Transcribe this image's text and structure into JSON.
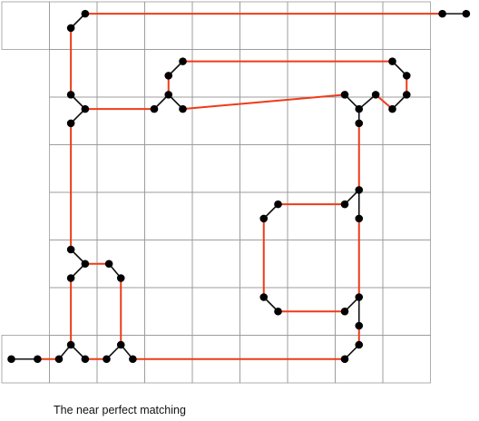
{
  "caption": "The near perfect matching",
  "colors": {
    "grid": "#999999",
    "matching": "#ee3b1a",
    "edges": "#111111",
    "nodes": "#000000",
    "background": "#ffffff"
  },
  "grid": {
    "cells": [
      [
        0,
        0
      ],
      [
        1,
        0
      ],
      [
        2,
        0
      ],
      [
        3,
        0
      ],
      [
        4,
        0
      ],
      [
        5,
        0
      ],
      [
        6,
        0
      ],
      [
        7,
        0
      ],
      [
        8,
        0
      ],
      [
        1,
        1
      ],
      [
        2,
        1
      ],
      [
        3,
        1
      ],
      [
        4,
        1
      ],
      [
        5,
        1
      ],
      [
        6,
        1
      ],
      [
        7,
        1
      ],
      [
        8,
        1
      ],
      [
        1,
        2
      ],
      [
        2,
        2
      ],
      [
        3,
        2
      ],
      [
        4,
        2
      ],
      [
        5,
        2
      ],
      [
        6,
        2
      ],
      [
        7,
        2
      ],
      [
        8,
        2
      ],
      [
        1,
        3
      ],
      [
        2,
        3
      ],
      [
        3,
        3
      ],
      [
        4,
        3
      ],
      [
        5,
        3
      ],
      [
        6,
        3
      ],
      [
        7,
        3
      ],
      [
        8,
        3
      ],
      [
        1,
        4
      ],
      [
        2,
        4
      ],
      [
        3,
        4
      ],
      [
        4,
        4
      ],
      [
        5,
        4
      ],
      [
        6,
        4
      ],
      [
        7,
        4
      ],
      [
        8,
        4
      ],
      [
        1,
        5
      ],
      [
        2,
        5
      ],
      [
        3,
        5
      ],
      [
        4,
        5
      ],
      [
        5,
        5
      ],
      [
        6,
        5
      ],
      [
        7,
        5
      ],
      [
        8,
        5
      ],
      [
        1,
        6
      ],
      [
        2,
        6
      ],
      [
        3,
        6
      ],
      [
        4,
        6
      ],
      [
        5,
        6
      ],
      [
        6,
        6
      ],
      [
        7,
        6
      ],
      [
        8,
        6
      ],
      [
        0,
        7
      ],
      [
        1,
        7
      ],
      [
        2,
        7
      ],
      [
        3,
        7
      ],
      [
        4,
        7
      ],
      [
        5,
        7
      ],
      [
        6,
        7
      ],
      [
        7,
        7
      ],
      [
        8,
        7
      ]
    ]
  },
  "nodes": {
    "tl_a": [
      1.75,
      0.25
    ],
    "tl_b": [
      1.45,
      0.55
    ],
    "tr_a": [
      9.25,
      0.25
    ],
    "tr_b": [
      9.75,
      0.25
    ],
    "r2_a": [
      1.45,
      1.95
    ],
    "r2_b": [
      1.75,
      2.25
    ],
    "r2_c": [
      1.45,
      2.55
    ],
    "r2_d": [
      3.2,
      2.25
    ],
    "r2_e": [
      3.5,
      1.95
    ],
    "r2_f": [
      3.8,
      2.25
    ],
    "r2_g": [
      3.5,
      1.55
    ],
    "r2_h": [
      3.8,
      1.25
    ],
    "r2_i": [
      8.2,
      1.25
    ],
    "r2_j": [
      8.5,
      1.55
    ],
    "r2_k": [
      8.5,
      1.95
    ],
    "r2_l": [
      8.2,
      2.25
    ],
    "r2_m": [
      7.85,
      1.95
    ],
    "r2_n": [
      7.5,
      2.25
    ],
    "r2_o": [
      7.2,
      1.95
    ],
    "r2_p": [
      7.5,
      2.55
    ],
    "o_a": [
      7.5,
      3.95
    ],
    "o_b": [
      7.2,
      4.25
    ],
    "o_c": [
      5.8,
      4.25
    ],
    "o_d": [
      5.5,
      4.55
    ],
    "o_e": [
      7.5,
      4.55
    ],
    "o_f": [
      5.5,
      6.2
    ],
    "o_g": [
      5.8,
      6.5
    ],
    "o_h": [
      7.5,
      6.2
    ],
    "o_i": [
      7.2,
      6.5
    ],
    "o_j": [
      7.5,
      6.8
    ],
    "b_a": [
      1.45,
      5.2
    ],
    "b_b": [
      1.75,
      5.5
    ],
    "b_c": [
      2.25,
      5.5
    ],
    "b_d": [
      2.5,
      5.8
    ],
    "b_e": [
      1.45,
      5.8
    ],
    "bl_a": [
      0.2,
      7.5
    ],
    "bl_b": [
      0.75,
      7.5
    ],
    "bl_c": [
      1.2,
      7.5
    ],
    "bl_d": [
      1.45,
      7.2
    ],
    "bl_e": [
      1.75,
      7.5
    ],
    "bl_f": [
      2.2,
      7.5
    ],
    "bl_g": [
      2.5,
      7.2
    ],
    "bl_h": [
      2.75,
      7.5
    ],
    "br_a": [
      7.2,
      7.5
    ],
    "br_b": [
      7.5,
      7.2
    ]
  },
  "matching_edges": [
    [
      "tl_a",
      "tr_a"
    ],
    [
      "tl_b",
      "r2_a"
    ],
    [
      "r2_b",
      "r2_d"
    ],
    [
      "r2_c",
      "b_a"
    ],
    [
      "r2_e",
      "r2_g"
    ],
    [
      "r2_f",
      "r2_o"
    ],
    [
      "r2_h",
      "r2_i"
    ],
    [
      "r2_j",
      "r2_k"
    ],
    [
      "r2_l",
      "r2_m"
    ],
    [
      "r2_p",
      "o_a"
    ],
    [
      "o_b",
      "o_c"
    ],
    [
      "o_d",
      "o_f"
    ],
    [
      "o_e",
      "o_h"
    ],
    [
      "o_g",
      "o_i"
    ],
    [
      "o_j",
      "br_b"
    ],
    [
      "b_b",
      "b_c"
    ],
    [
      "b_d",
      "bl_g"
    ],
    [
      "b_e",
      "bl_d"
    ],
    [
      "bl_b",
      "bl_c"
    ],
    [
      "bl_e",
      "bl_f"
    ],
    [
      "bl_h",
      "br_a"
    ]
  ],
  "black_edges": [
    [
      "tr_a",
      "tr_b"
    ],
    [
      "tl_a",
      "tl_b"
    ],
    [
      "r2_a",
      "r2_b"
    ],
    [
      "r2_b",
      "r2_c"
    ],
    [
      "r2_d",
      "r2_e"
    ],
    [
      "r2_e",
      "r2_f"
    ],
    [
      "r2_g",
      "r2_h"
    ],
    [
      "r2_i",
      "r2_j"
    ],
    [
      "r2_k",
      "r2_l"
    ],
    [
      "r2_o",
      "r2_n"
    ],
    [
      "r2_n",
      "r2_m"
    ],
    [
      "r2_n",
      "r2_p"
    ],
    [
      "o_a",
      "o_b"
    ],
    [
      "o_a",
      "o_e"
    ],
    [
      "o_c",
      "o_d"
    ],
    [
      "o_f",
      "o_g"
    ],
    [
      "o_h",
      "o_i"
    ],
    [
      "o_h",
      "o_j"
    ],
    [
      "b_a",
      "b_b"
    ],
    [
      "b_b",
      "b_e"
    ],
    [
      "b_c",
      "b_d"
    ],
    [
      "bl_a",
      "bl_b"
    ],
    [
      "bl_c",
      "bl_d"
    ],
    [
      "bl_d",
      "bl_e"
    ],
    [
      "bl_f",
      "bl_g"
    ],
    [
      "bl_g",
      "bl_h"
    ],
    [
      "br_a",
      "br_b"
    ]
  ]
}
